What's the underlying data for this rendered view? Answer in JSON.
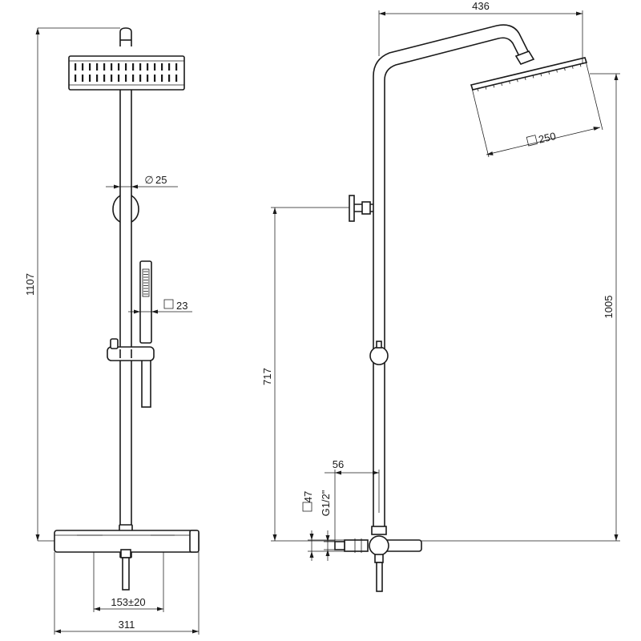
{
  "dimensions": {
    "total_height": "1107",
    "bar_diameter": "25",
    "handshower": "23",
    "spacing": "153±20",
    "mixer_width": "311",
    "arm_reach": "436",
    "head_size": "250",
    "head_height": "1005",
    "outlet_height": "717",
    "offset": "56",
    "connection_square": "47",
    "thread": "G1/2\""
  },
  "symbols": {
    "diameter": "∅",
    "square": "□"
  }
}
